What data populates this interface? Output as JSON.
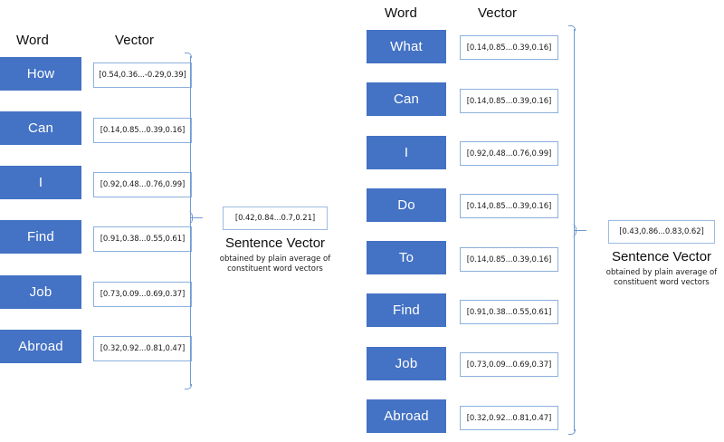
{
  "left_panel": {
    "headers": {
      "word": "Word",
      "vector": "Vector"
    },
    "rows": [
      {
        "word": "How",
        "vector": "[0.54,0.36...-0.29,0.39]"
      },
      {
        "word": "Can",
        "vector": "[0.14,0.85...0.39,0.16]"
      },
      {
        "word": "I",
        "vector": "[0.92,0.48...0.76,0.99]"
      },
      {
        "word": "Find",
        "vector": "[0.91,0.38...0.55,0.61]"
      },
      {
        "word": "Job",
        "vector": "[0.73,0.09...0.69,0.37]"
      },
      {
        "word": "Abroad",
        "vector": "[0.32,0.92...0.81,0.47]"
      }
    ],
    "sentence_vector": "[0.42,0.84...0.7,0.21]",
    "caption_title": "Sentence Vector",
    "caption_line1": "obtained by plain average of",
    "caption_line2": "constituent word vectors"
  },
  "right_panel": {
    "headers": {
      "word": "Word",
      "vector": "Vector"
    },
    "rows": [
      {
        "word": "What",
        "vector": "[0.14,0.85...0.39,0.16]"
      },
      {
        "word": "Can",
        "vector": "[0.14,0.85...0.39,0.16]"
      },
      {
        "word": "I",
        "vector": "[0.92,0.48...0.76,0.99]"
      },
      {
        "word": "Do",
        "vector": "[0.14,0.85...0.39,0.16]"
      },
      {
        "word": "To",
        "vector": "[0.14,0.85...0.39,0.16]"
      },
      {
        "word": "Find",
        "vector": "[0.91,0.38...0.55,0.61]"
      },
      {
        "word": "Job",
        "vector": "[0.73,0.09...0.69,0.37]"
      },
      {
        "word": "Abroad",
        "vector": "[0.32,0.92...0.81,0.47]"
      }
    ],
    "sentence_vector": "[0.43,0.86...0.83,0.62]",
    "caption_title": "Sentence Vector",
    "caption_line1": "obtained by plain average of",
    "caption_line2": "constituent word vectors"
  },
  "colors": {
    "chip_fill": "#4472C4",
    "chip_text": "#FFFFFF",
    "box_border": "#8CB0DC",
    "brace_line": "#6E9BD2",
    "background": "#FFFFFF"
  }
}
